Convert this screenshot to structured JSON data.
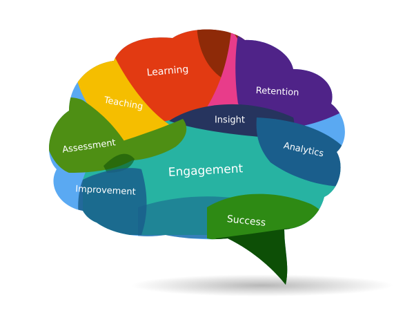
{
  "regions": [
    {
      "label": "Learning",
      "color": "#e23a12"
    },
    {
      "label": "Teaching",
      "color": "#f5be00"
    },
    {
      "label": "Assessment",
      "color": "#4e8f14"
    },
    {
      "label": "Improvement",
      "color": "#5aa9f2"
    },
    {
      "label": "Engagement",
      "color": "#27b3a2"
    },
    {
      "label": "Insight",
      "color": "#26345e"
    },
    {
      "label": "Retention",
      "color": "#4f2388"
    },
    {
      "label": "Analytics",
      "color": "#1a5e8c"
    },
    {
      "label": "Success",
      "color": "#2e8a14"
    }
  ],
  "accents": {
    "pink": "#e83c8a",
    "dark_red": "#8e2a08",
    "dark_green": "#0d4f06",
    "light_blue": "#5aa9f2"
  }
}
